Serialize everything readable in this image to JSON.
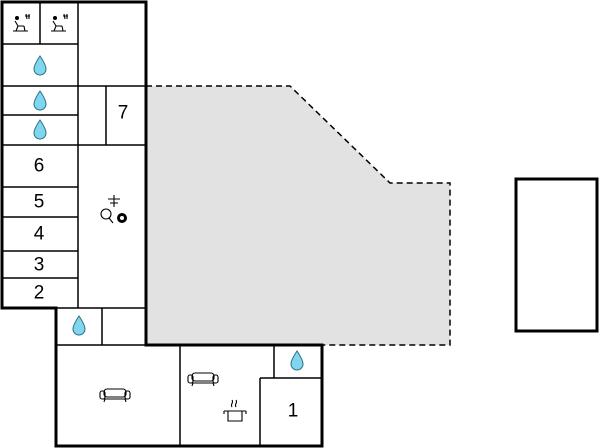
{
  "floorplan": {
    "room_numbers": {
      "r7": "7",
      "r6": "6",
      "r5": "5",
      "r4": "4",
      "r3": "3",
      "r2": "2",
      "r1": "1"
    },
    "icons": {
      "shower": "shower-icon",
      "water": "water-drop-icon",
      "games": "table-tennis-billiards-icon",
      "sofa": "sofa-icon",
      "kitchen": "cooking-pot-icon"
    },
    "colors": {
      "wall": "#000000",
      "terrace_fill": "#e2e2e2",
      "water_drop": "#7fd6ee"
    }
  }
}
